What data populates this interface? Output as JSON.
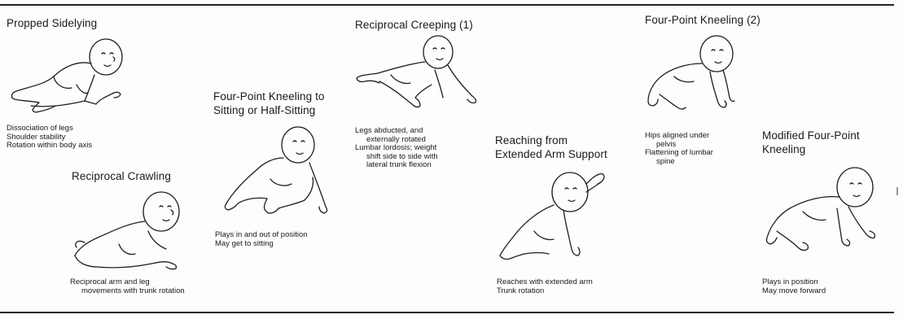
{
  "panels": [
    {
      "id": "propped-sidelying",
      "title": [
        "Propped Sidelying"
      ],
      "caption": [
        "Dissociation of legs",
        "Shoulder stability",
        "Rotation within body axis"
      ]
    },
    {
      "id": "reciprocal-crawling",
      "title": [
        "Reciprocal Crawling"
      ],
      "caption": [
        "Reciprocal arm and leg",
        "movements with trunk rotation"
      ]
    },
    {
      "id": "four-point-kneeling-to-sitting",
      "title": [
        "Four-Point Kneeling to",
        "Sitting or Half-Sitting"
      ],
      "caption": [
        "Plays in and out of position",
        "May get to sitting"
      ]
    },
    {
      "id": "reciprocal-creeping",
      "title": [
        "Reciprocal Creeping (1)"
      ],
      "caption": [
        "Legs abducted, and",
        "externally rotated",
        "Lumbar lordosis; weight",
        "shift side to side with",
        "lateral trunk flexion"
      ]
    },
    {
      "id": "reaching-from-extended-arm-support",
      "title": [
        "Reaching from",
        "Extended Arm Support"
      ],
      "caption": [
        "Reaches with extended arm",
        "Trunk rotation"
      ]
    },
    {
      "id": "four-point-kneeling-2",
      "title": [
        "Four-Point Kneeling (2)"
      ],
      "caption": [
        "Hips aligned under",
        "pelvis",
        "Flattening of lumbar",
        "spine"
      ]
    },
    {
      "id": "modified-four-point-kneeling",
      "title": [
        "Modified Four-Point",
        "Kneeling"
      ],
      "caption": [
        "Plays in position",
        "May move forward"
      ]
    }
  ]
}
